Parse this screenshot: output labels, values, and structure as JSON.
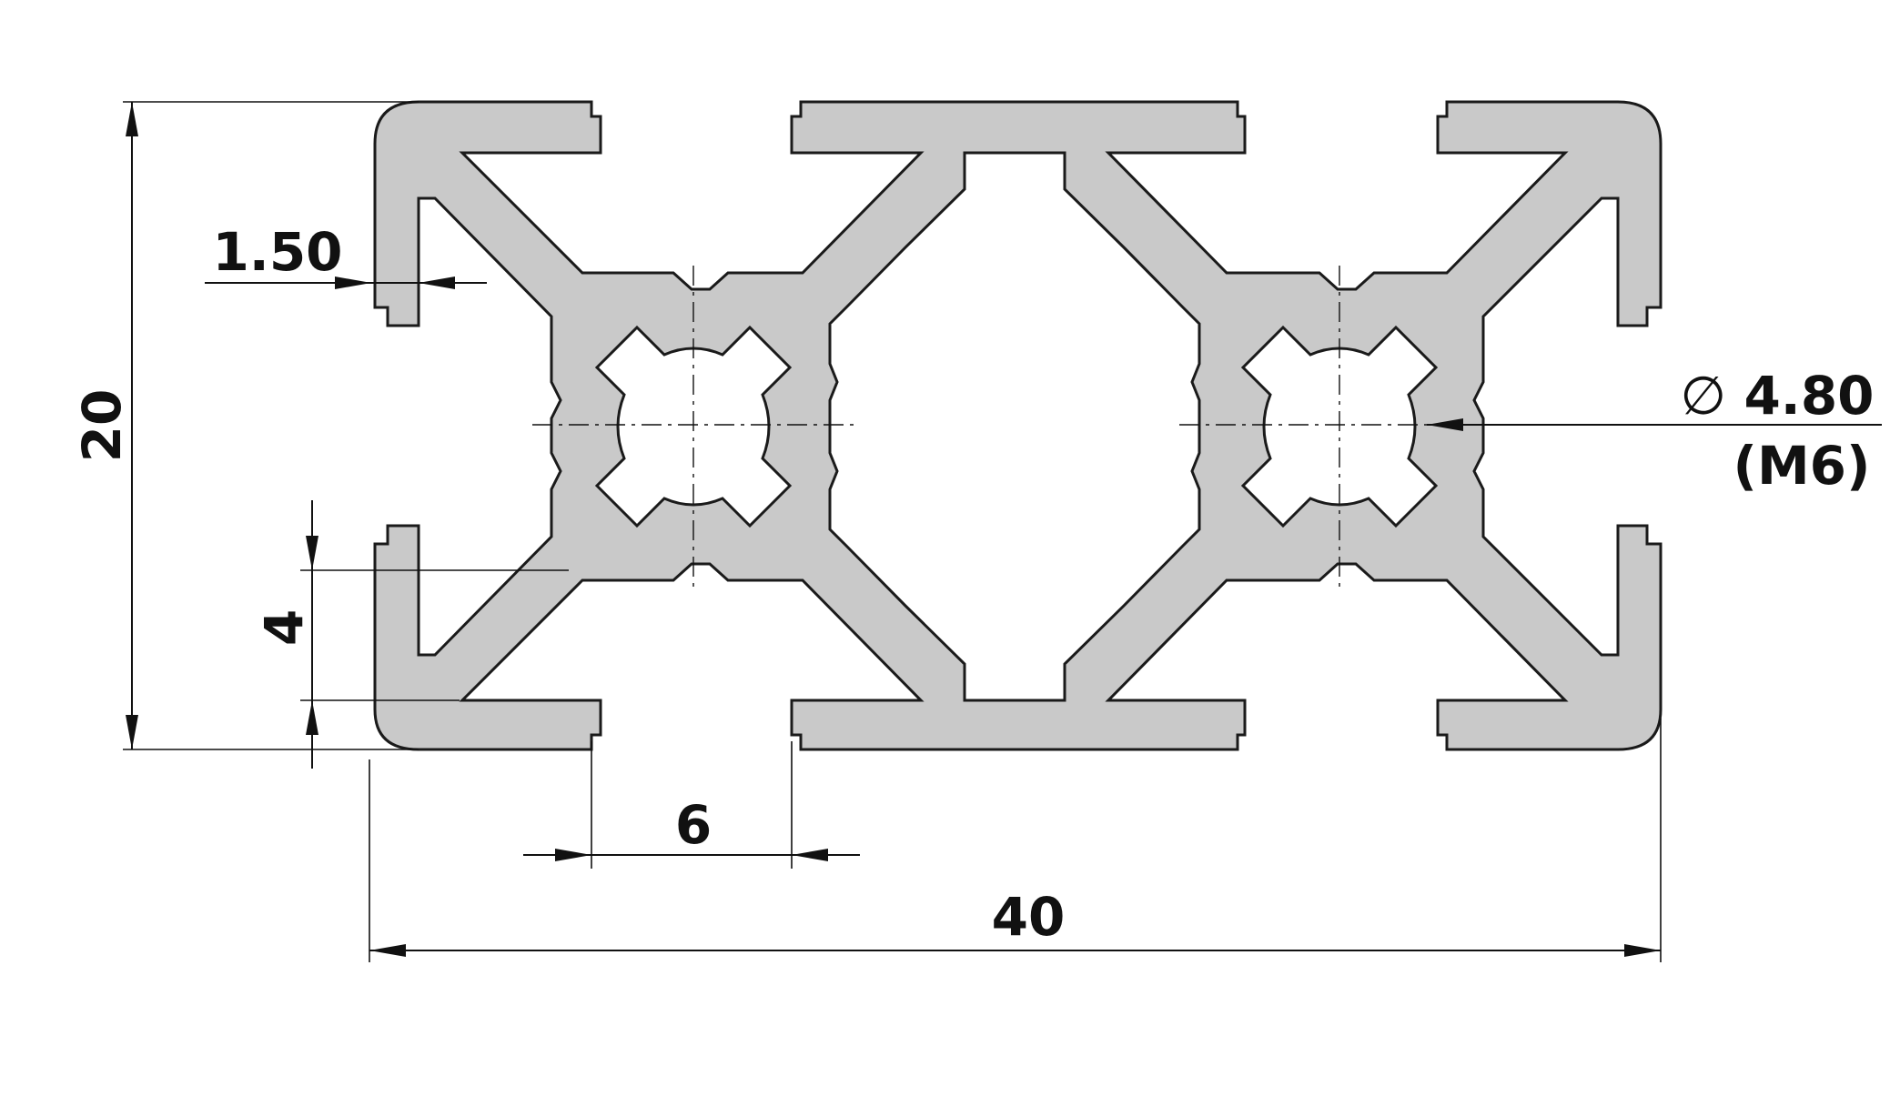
{
  "dimensions": {
    "height": "20",
    "width": "40",
    "wall_thickness": "1.50",
    "slot_depth": "4",
    "slot_opening": "6",
    "bore_symbol": "∅",
    "bore_diameter": "4.80",
    "thread": "(M6)"
  },
  "colors": {
    "profile_fill": "#c9c9c9",
    "outline": "#1a1a1a",
    "background": "#ffffff"
  }
}
